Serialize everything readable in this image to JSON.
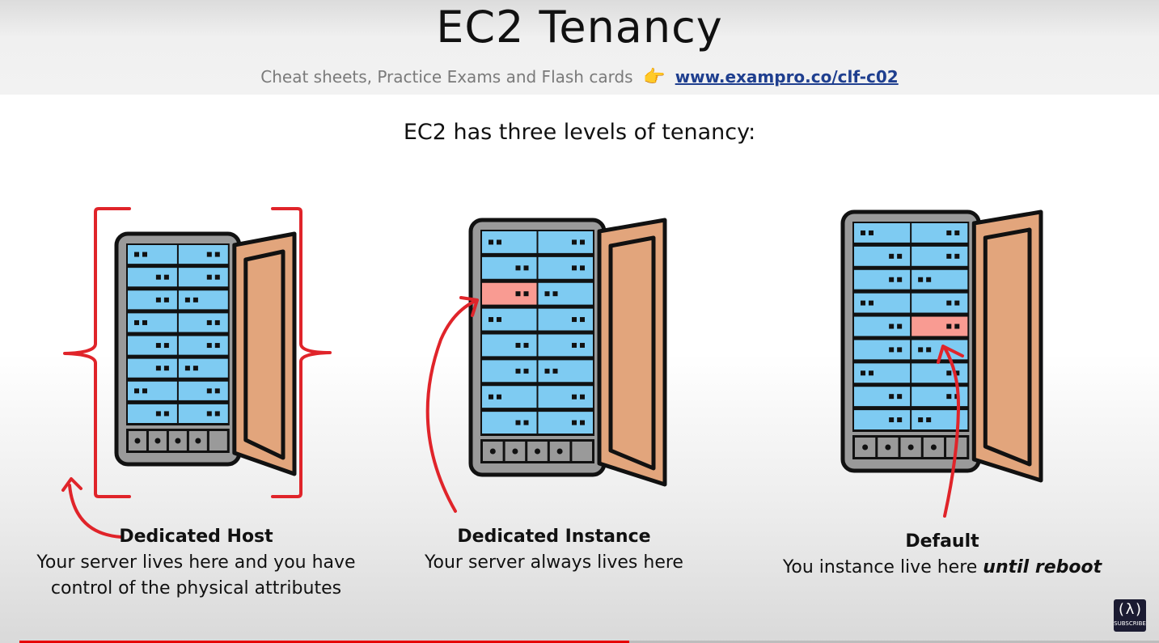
{
  "slide": {
    "title": "EC2 Tenancy",
    "subtitle_text": "Cheat sheets, Practice Exams and Flash cards",
    "subtitle_link": "www.exampro.co/clf-c02",
    "intro": "EC2 has three levels of tenancy:"
  },
  "tiers": [
    {
      "title": "Dedicated Host",
      "line1": "Your server lives here and you have",
      "line2": "control of the physical attributes"
    },
    {
      "title": "Dedicated Instance",
      "line1": "Your server always lives here"
    },
    {
      "title": "Default",
      "line1_prefix": "You instance live here ",
      "line1_emphasis": "until reboot"
    }
  ],
  "colors": {
    "server_blue": "#7ecbf2",
    "server_highlight": "#f99b92",
    "rack_frame": "#9a9a9a",
    "door": "#e2a57c",
    "annotation_red": "#e0242a",
    "link": "#1f3f8f"
  },
  "icons": {
    "pointing_hand": "👉",
    "logo": "(λ)",
    "logo_label": "SUBSCRIBE"
  },
  "video": {
    "progress": 0.535
  }
}
